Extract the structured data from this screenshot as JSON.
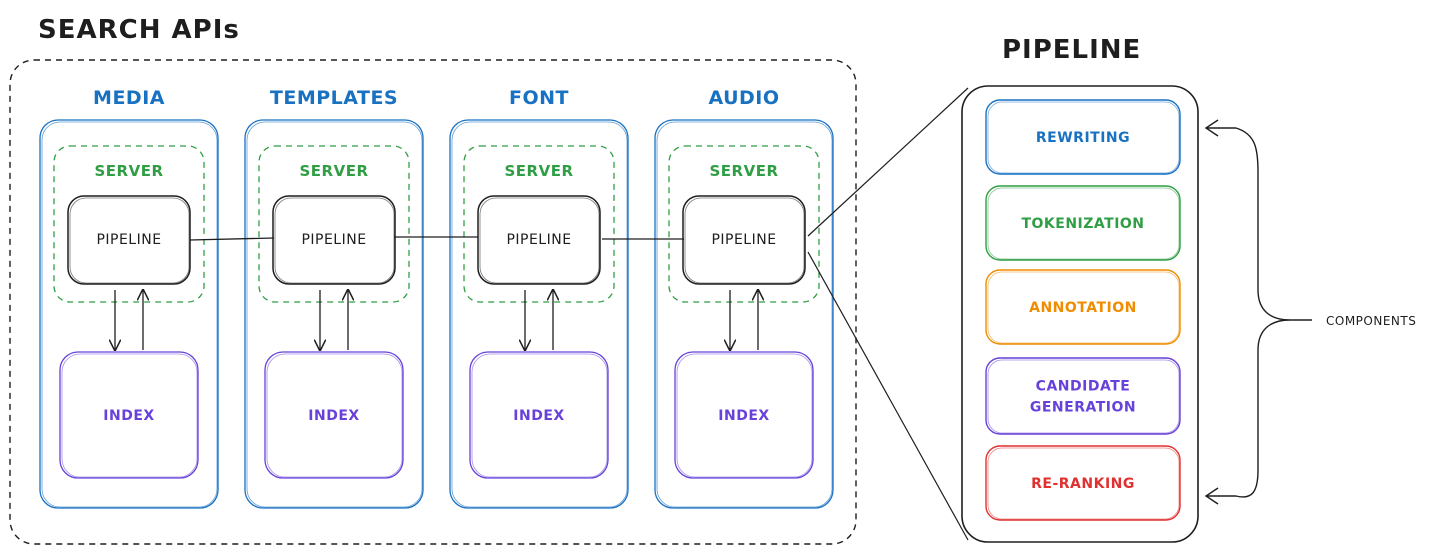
{
  "title_left": "SEARCH APIs",
  "title_right": "PIPELINE",
  "colors": {
    "blue": "#1971c2",
    "green": "#2f9e44",
    "orange": "#f08c00",
    "purple": "#6741d9",
    "red": "#e03131",
    "ink": "#1e1e1e"
  },
  "services": [
    {
      "label": "MEDIA",
      "server": "SERVER",
      "pipeline": "PIPELINE",
      "index": "INDEX"
    },
    {
      "label": "TEMPLATES",
      "server": "SERVER",
      "pipeline": "PIPELINE",
      "index": "INDEX"
    },
    {
      "label": "FONT",
      "server": "SERVER",
      "pipeline": "PIPELINE",
      "index": "INDEX"
    },
    {
      "label": "AUDIO",
      "server": "SERVER",
      "pipeline": "PIPELINE",
      "index": "INDEX"
    }
  ],
  "components": [
    {
      "lines": [
        "REWRITING"
      ],
      "color": "blue"
    },
    {
      "lines": [
        "TOKENIZATION"
      ],
      "color": "green"
    },
    {
      "lines": [
        "ANNOTATION"
      ],
      "color": "orange"
    },
    {
      "lines": [
        "CANDIDATE",
        "GENERATION"
      ],
      "color": "purple"
    },
    {
      "lines": [
        "RE-RANKING"
      ],
      "color": "red"
    }
  ],
  "components_label": "COMPONENTS"
}
